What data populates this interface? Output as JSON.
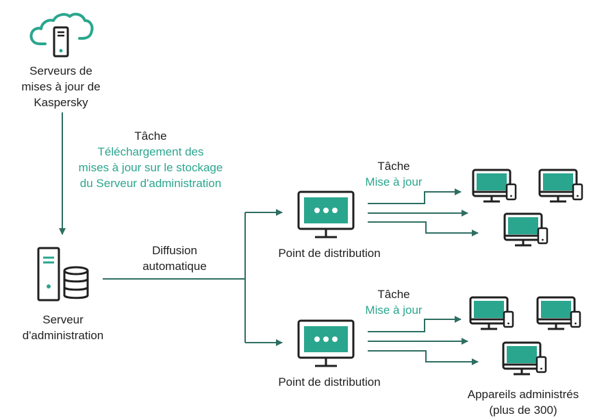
{
  "colors": {
    "teal": "#2aa68e",
    "outline": "#1f1f1f",
    "arrow": "#2e6e62",
    "background": "#ffffff"
  },
  "kaspersky": {
    "line1": "Serveurs de",
    "line2": "mises à jour de",
    "line3": "Kaspersky",
    "icon": "cloud-server-icon"
  },
  "task_download": {
    "label": "Tâche",
    "name_line1": "Téléchargement des",
    "name_line2": "mises à jour sur le stockage",
    "name_line3": "du Serveur d'administration"
  },
  "admin_server": {
    "line1": "Serveur",
    "line2": "d'administration",
    "icon": "server-database-icon"
  },
  "diffusion": {
    "line1": "Diffusion",
    "line2": "automatique"
  },
  "distribution_points": [
    {
      "label": "Point de distribution",
      "icon": "monitor-icon",
      "task_label": "Tâche",
      "task_name": "Mise à jour"
    },
    {
      "label": "Point de distribution",
      "icon": "monitor-icon",
      "task_label": "Tâche",
      "task_name": "Mise à jour"
    }
  ],
  "managed_devices": {
    "line1": "Appareils administrés",
    "line2": "(plus de 300)",
    "icon": "desktop-phone-icon"
  }
}
